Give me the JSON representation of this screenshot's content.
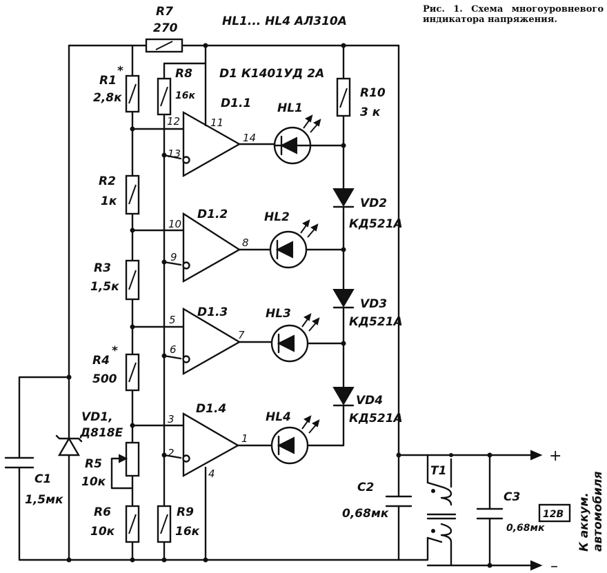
{
  "caption": "Рис. 1. Схема многоуровневого индикатора напряжения.",
  "header": {
    "leds": "HL1... HL4  АЛ310А",
    "ic": "D1 К1401УД 2А"
  },
  "resistors": {
    "r7": {
      "name": "R7",
      "value": "270"
    },
    "r1": {
      "name": "R1",
      "star": "*",
      "value": "2,8к"
    },
    "r8": {
      "name": "R8",
      "value": "16к"
    },
    "r10": {
      "name": "R10",
      "value": "3 к"
    },
    "r2": {
      "name": "R2",
      "value": "1к"
    },
    "r3": {
      "name": "R3",
      "value": "1,5к"
    },
    "r4": {
      "name": "R4",
      "star": "*",
      "value": "500"
    },
    "r5": {
      "name": "R5",
      "value": "10к"
    },
    "r6": {
      "name": "R6",
      "value": "10к"
    },
    "r9": {
      "name": "R9",
      "value": "16к"
    }
  },
  "opamps": [
    {
      "name": "D1.1",
      "in_plus": "12",
      "in_minus": "13",
      "out": "14",
      "supply": "11"
    },
    {
      "name": "D1.2",
      "in_plus": "10",
      "in_minus": "9",
      "out": "8"
    },
    {
      "name": "D1.3",
      "in_plus": "5",
      "in_minus": "6",
      "out": "7"
    },
    {
      "name": "D1.4",
      "in_plus": "3",
      "in_minus": "2",
      "out": "1",
      "gnd": "4"
    }
  ],
  "leds": [
    "HL1",
    "HL2",
    "HL3",
    "HL4"
  ],
  "diodes": [
    {
      "name": "VD2",
      "part": "КД521А"
    },
    {
      "name": "VD3",
      "part": "КД521А"
    },
    {
      "name": "VD4",
      "part": "КД521А"
    }
  ],
  "zener": {
    "name": "VD1,",
    "part": "Д818Е"
  },
  "caps": {
    "c1": {
      "name": "C1",
      "value": "1,5мк"
    },
    "c2": {
      "name": "C2",
      "value": "0,68мк"
    },
    "c3": {
      "name": "C3",
      "value": "0,68мк"
    }
  },
  "transformer": "T1",
  "battery": {
    "voltage": "12В",
    "line1": "К аккум.",
    "line2": "автомобиля"
  },
  "terminals": {
    "plus": "+",
    "minus": "–"
  }
}
